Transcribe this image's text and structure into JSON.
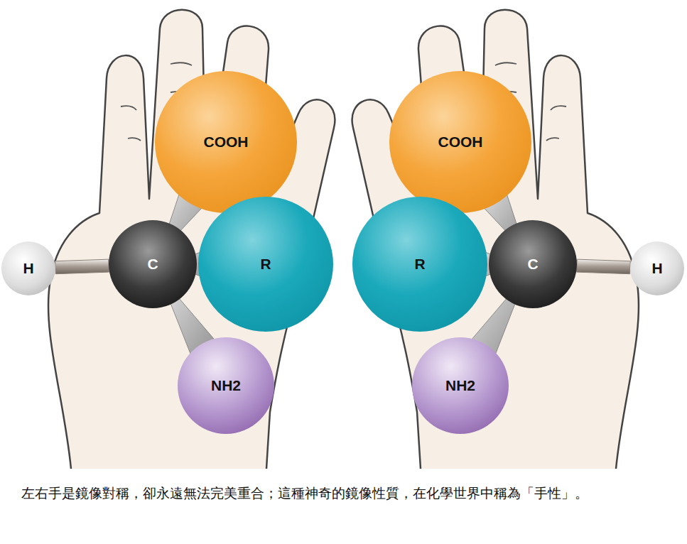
{
  "diagram": {
    "caption": "左右手是鏡像對稱，卻永遠無法完美重合；這種神奇的鏡像性質，在化學世界中稱為「手性」。",
    "nodes": [
      {
        "text": [
          "COOH"
        ]
      },
      {
        "text": [
          "H"
        ]
      },
      {
        "text": [
          "C"
        ]
      },
      {
        "text": [
          "R"
        ]
      },
      {
        "text": [
          "NH2"
        ]
      },
      {
        "text": [
          "COOH"
        ]
      },
      {
        "text": [
          "R"
        ]
      },
      {
        "text": [
          "C"
        ]
      },
      {
        "text": [
          "H"
        ]
      },
      {
        "text": [
          "NH2"
        ]
      }
    ],
    "edges": [
      {
        "from": 2,
        "to": 1,
        "arrow": "none"
      },
      {
        "from": 2,
        "to": 0,
        "arrow": "none"
      },
      {
        "from": 2,
        "to": 3,
        "arrow": "none"
      },
      {
        "from": 2,
        "to": 4,
        "arrow": "none"
      },
      {
        "from": 7,
        "to": 8,
        "arrow": "none"
      },
      {
        "from": 7,
        "to": 5,
        "arrow": "none"
      },
      {
        "from": 7,
        "to": 6,
        "arrow": "none"
      },
      {
        "from": 7,
        "to": 9,
        "arrow": "none"
      }
    ]
  }
}
